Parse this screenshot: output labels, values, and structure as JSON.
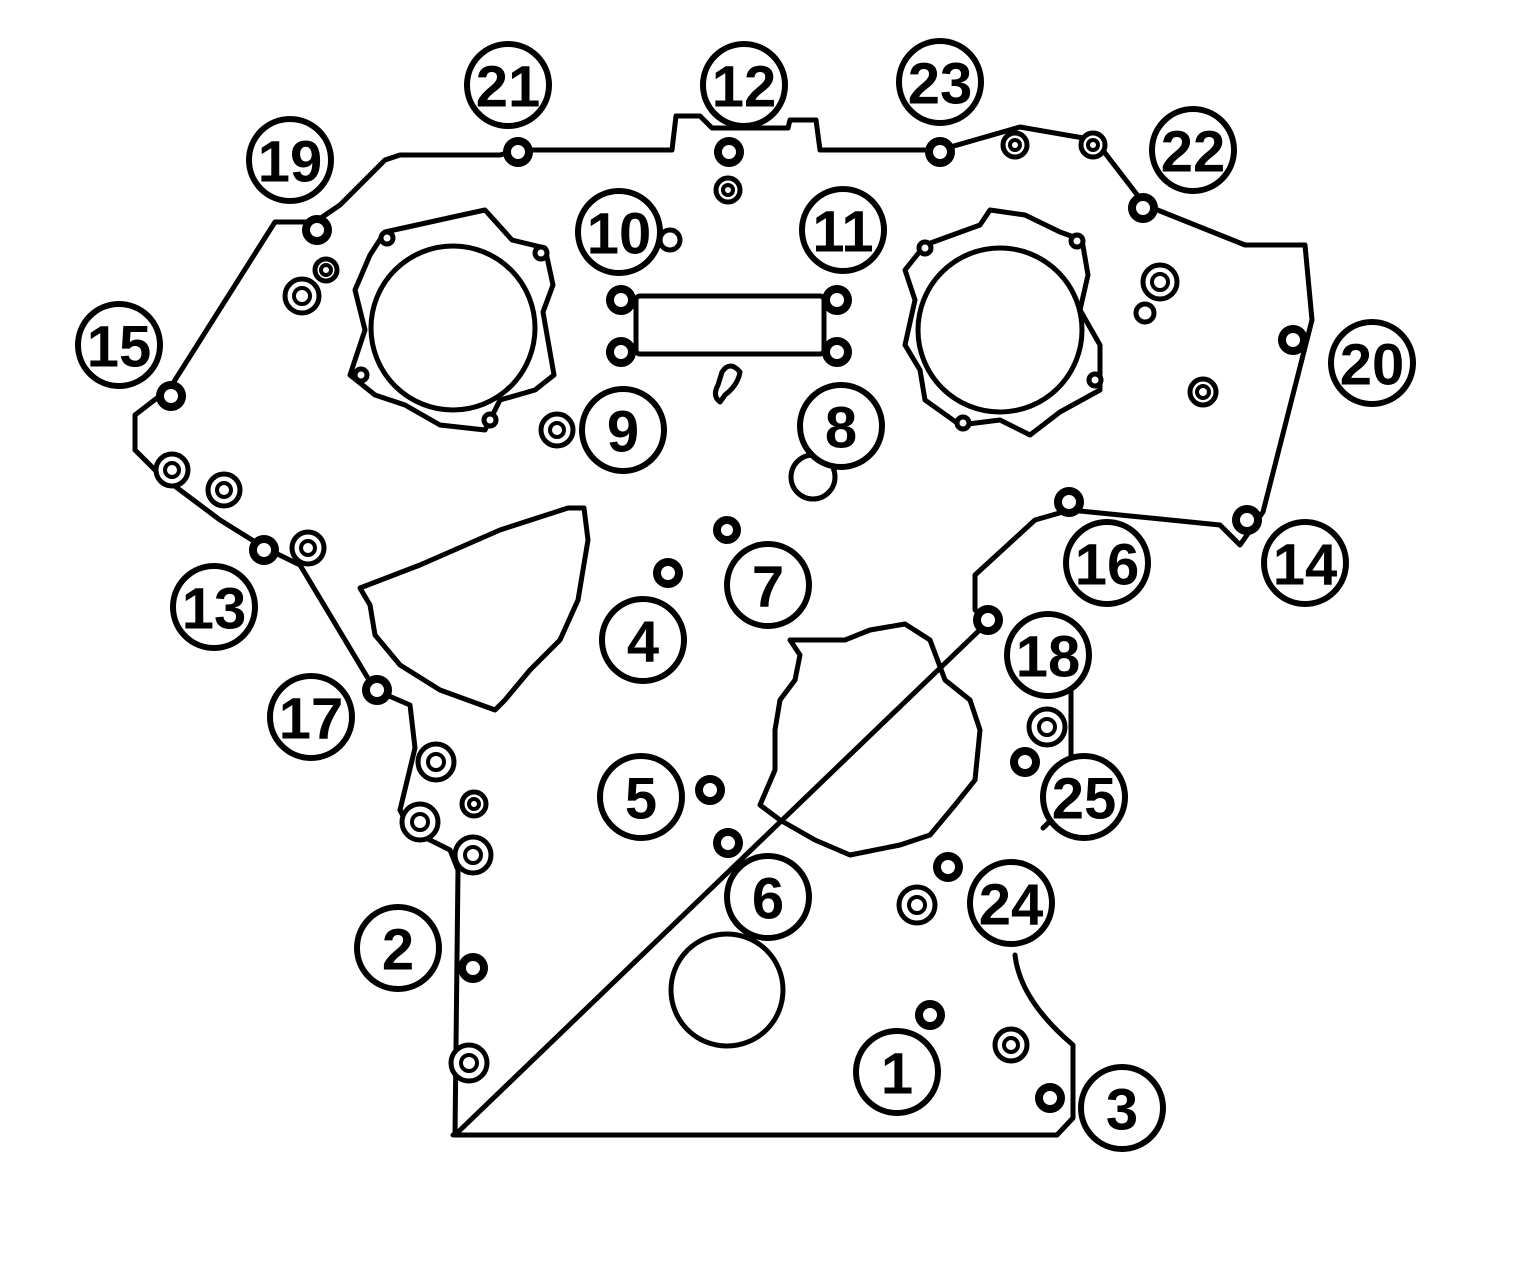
{
  "colors": {
    "stroke": "#000000",
    "background": "#ffffff"
  },
  "callouts": [
    "1",
    "2",
    "3",
    "4",
    "5",
    "6",
    "7",
    "8",
    "9",
    "10",
    "11",
    "12",
    "13",
    "14",
    "15",
    "16",
    "17",
    "18",
    "19",
    "20",
    "21",
    "22",
    "23",
    "24",
    "25"
  ]
}
